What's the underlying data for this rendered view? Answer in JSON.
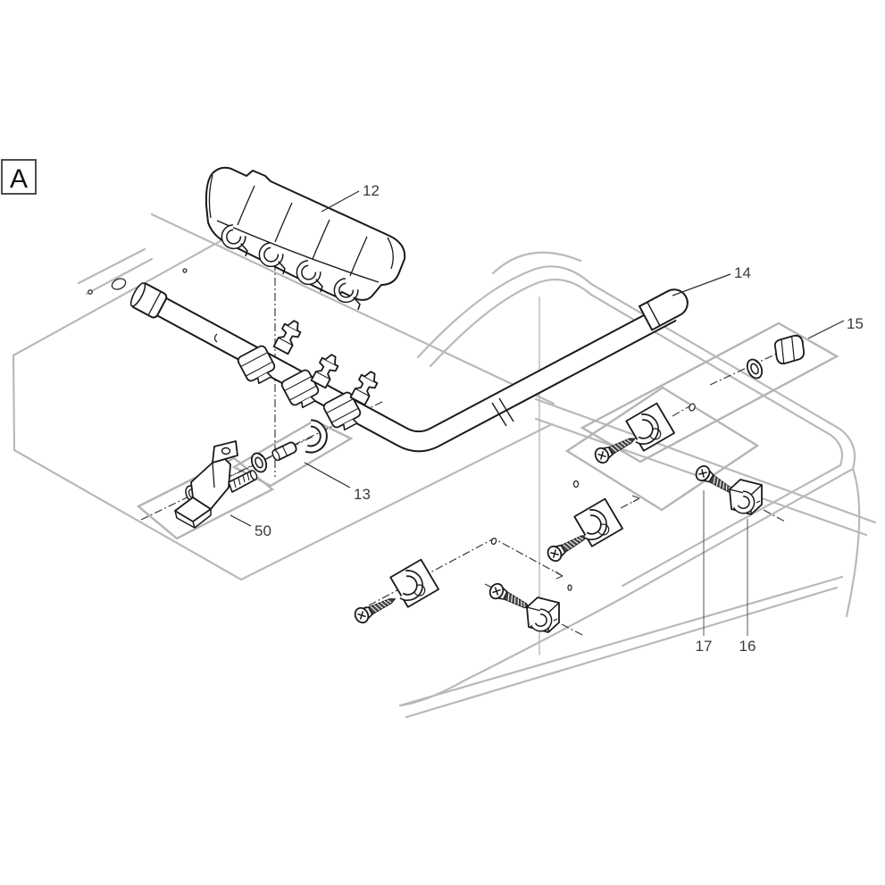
{
  "figure": {
    "view_label": "A",
    "callouts": [
      {
        "id": "12"
      },
      {
        "id": "13"
      },
      {
        "id": "14"
      },
      {
        "id": "15"
      },
      {
        "id": "16"
      },
      {
        "id": "17"
      },
      {
        "id": "50"
      }
    ],
    "colors": {
      "part_line": "#1a1a1a",
      "structure_line": "#b9b9b9",
      "label_text": "#3a3a3a",
      "background": "#ffffff"
    }
  }
}
